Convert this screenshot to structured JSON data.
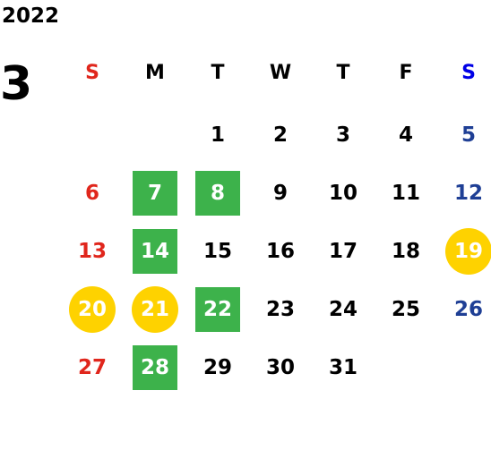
{
  "calendar": {
    "year": "2022",
    "month": "3",
    "weekdays": [
      "S",
      "M",
      "T",
      "W",
      "T",
      "F",
      "S"
    ],
    "weeks": [
      [
        "",
        "",
        "1",
        "2",
        "3",
        "4",
        "5"
      ],
      [
        "6",
        "7",
        "8",
        "9",
        "10",
        "11",
        "12"
      ],
      [
        "13",
        "14",
        "15",
        "16",
        "17",
        "18",
        "19"
      ],
      [
        "20",
        "21",
        "22",
        "23",
        "24",
        "25",
        "26"
      ],
      [
        "27",
        "28",
        "29",
        "30",
        "31",
        "",
        ""
      ]
    ],
    "highlight_green": [
      "7",
      "8",
      "14",
      "22",
      "28"
    ],
    "highlight_yellow": [
      "19",
      "20",
      "21"
    ]
  },
  "colors": {
    "sunday": "#e0261c",
    "saturday_header": "#0000e6",
    "saturday": "#1f3f95",
    "weekday": "#000000",
    "green": "#3db24b",
    "yellow": "#fed200"
  }
}
